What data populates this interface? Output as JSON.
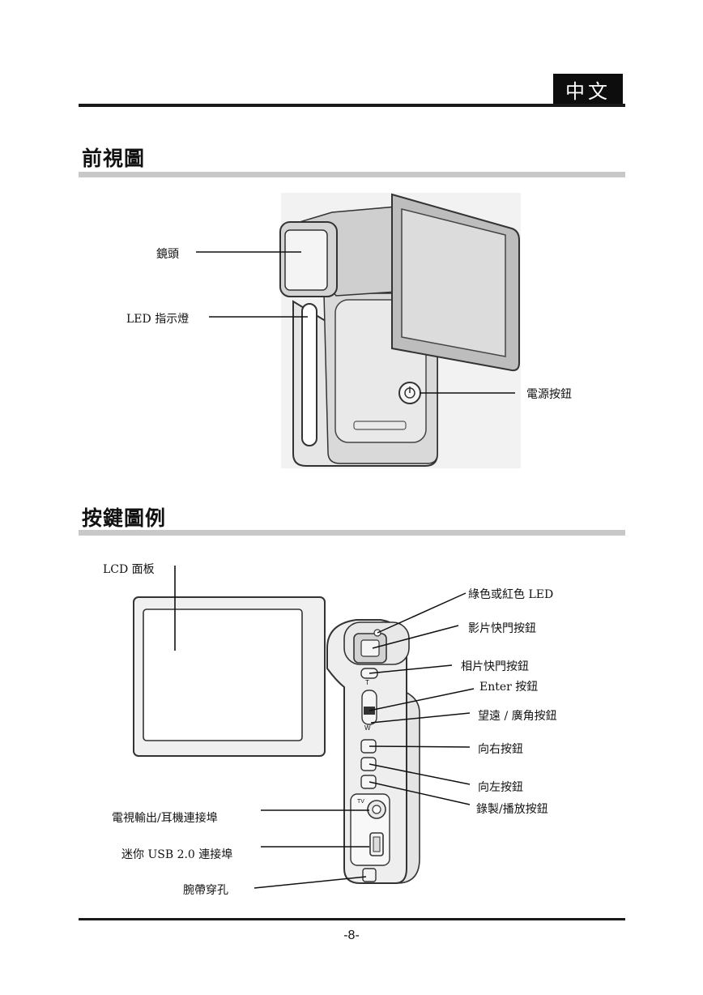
{
  "header": {
    "language_badge": "中文"
  },
  "front_view": {
    "title": "前視圖",
    "labels": {
      "lens": "鏡頭",
      "led_indicator": "LED 指示燈",
      "power_button": "電源按鈕"
    }
  },
  "controls": {
    "title": "按鍵圖例",
    "labels": {
      "lcd_panel": "LCD 面板",
      "green_red_led": "綠色或紅色 LED",
      "video_shutter": "影片快門按鈕",
      "photo_shutter": "相片快門按鈕",
      "enter_button": "Enter 按鈕",
      "tele_wide": "望遠 / 廣角按鈕",
      "right_button": "向右按鈕",
      "left_button": "向左按鈕",
      "record_play": "錄製/播放按鈕",
      "tv_out_port": "電視輸出/耳機連接埠",
      "mini_usb": "迷你 USB 2.0 連接埠",
      "strap_hole": "腕帶穿孔"
    },
    "device_marks": {
      "tele": "T",
      "wide": "W",
      "tv": "TV"
    }
  },
  "footer": {
    "page_number": "-8-"
  }
}
